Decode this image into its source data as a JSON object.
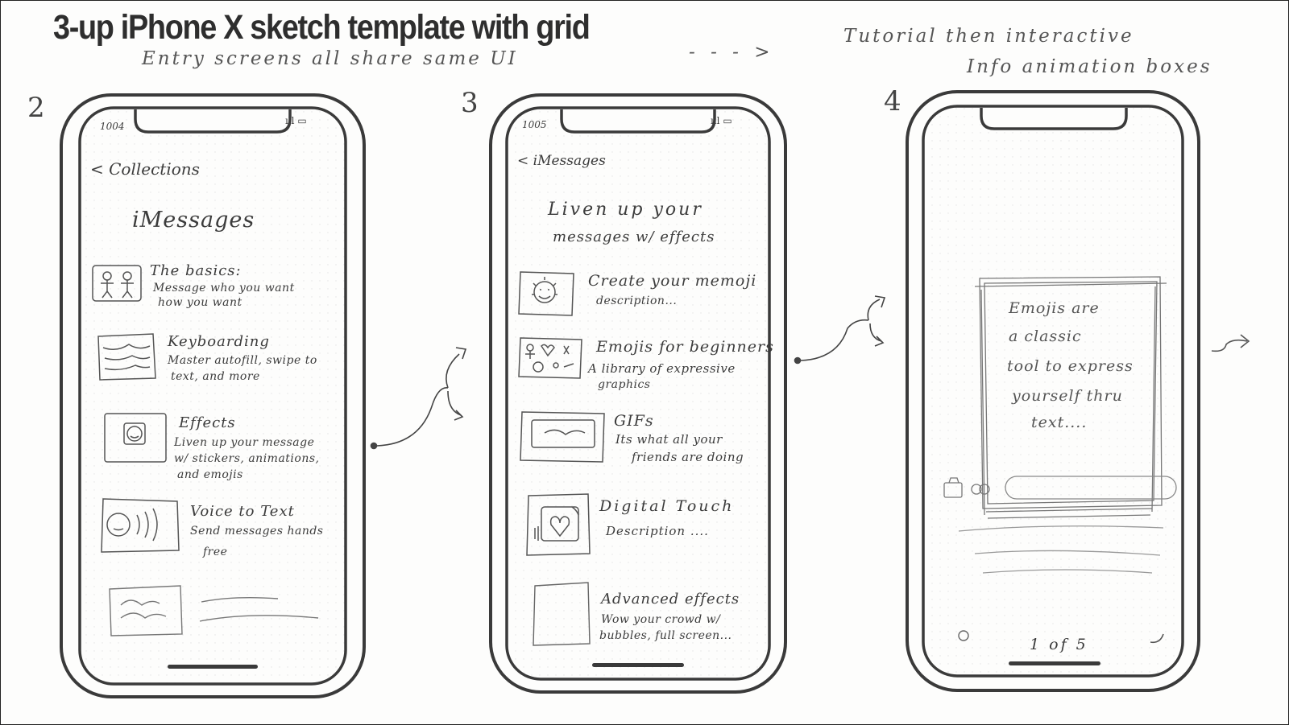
{
  "title": "3-up iPhone X sketch template with grid",
  "notes": {
    "entry": "Entry screens all share same UI",
    "arrow": "- - - >",
    "tutorial": "Tutorial then interactive",
    "info": "Info animation boxes"
  },
  "screens": [
    {
      "number": "2",
      "time": "1004",
      "back": "< Collections",
      "heading": "iMessages",
      "items": [
        {
          "title": "The basics:",
          "desc": [
            "Message who you want",
            "how you want"
          ],
          "icon": "two-people-icon"
        },
        {
          "title": "Keyboarding",
          "desc": [
            "Master autofill, swipe to",
            "text, and more"
          ],
          "icon": "keyboard-icon"
        },
        {
          "title": "Effects",
          "desc": [
            "Liven up your message",
            "w/ stickers, animations,",
            "and emojis"
          ],
          "icon": "smiley-icon"
        },
        {
          "title": "Voice to Text",
          "desc": [
            "Send messages hands",
            "free"
          ],
          "icon": "voice-icon"
        }
      ]
    },
    {
      "number": "3",
      "time": "1005",
      "back": "< iMessages",
      "heading_lines": [
        "Liven up your",
        "messages w/ effects"
      ],
      "items": [
        {
          "title": "Create your memoji",
          "desc": [
            "description..."
          ],
          "icon": "memoji-icon"
        },
        {
          "title": "Emojis for beginners",
          "desc": [
            "A library of expressive",
            "graphics"
          ],
          "icon": "emoji-set-icon"
        },
        {
          "title": "GIFs",
          "desc": [
            "Its what all your",
            "friends are doing"
          ],
          "icon": "gif-icon"
        },
        {
          "title": "Digital Touch",
          "desc": [
            "Description ...."
          ],
          "icon": "heart-touch-icon"
        },
        {
          "title": "Advanced effects",
          "desc": [
            "Wow your crowd w/",
            "bubbles, full screen..."
          ],
          "icon": "blank-tile-icon"
        }
      ]
    },
    {
      "number": "4",
      "card_lines": [
        "Emojis are",
        "a classic",
        "tool to express",
        "yourself thru",
        "text...."
      ],
      "pager": "1 of 5"
    }
  ]
}
